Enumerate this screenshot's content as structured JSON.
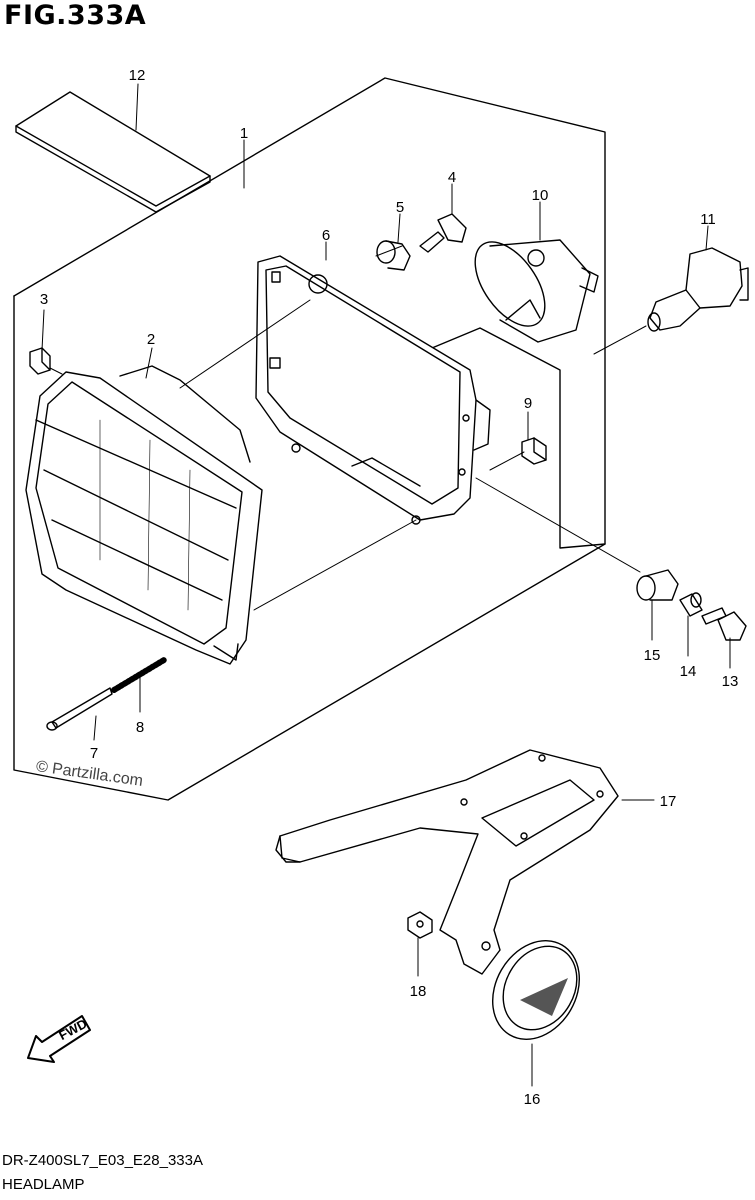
{
  "figure": {
    "title": "FIG.333A",
    "model_code": "DR-Z400SL7_E03_E28_333A",
    "section_name": "HEADLAMP",
    "watermark": "© Partzilla.com",
    "direction_label": "FWD"
  },
  "callouts": [
    {
      "id": "callout-1",
      "label": "1"
    },
    {
      "id": "callout-2",
      "label": "2"
    },
    {
      "id": "callout-3",
      "label": "3"
    },
    {
      "id": "callout-4",
      "label": "4"
    },
    {
      "id": "callout-5",
      "label": "5"
    },
    {
      "id": "callout-6",
      "label": "6"
    },
    {
      "id": "callout-7",
      "label": "7"
    },
    {
      "id": "callout-8",
      "label": "8"
    },
    {
      "id": "callout-9",
      "label": "9"
    },
    {
      "id": "callout-10",
      "label": "10"
    },
    {
      "id": "callout-11",
      "label": "11"
    },
    {
      "id": "callout-12",
      "label": "12"
    },
    {
      "id": "callout-13",
      "label": "13"
    },
    {
      "id": "callout-14",
      "label": "14"
    },
    {
      "id": "callout-15",
      "label": "15"
    },
    {
      "id": "callout-16",
      "label": "16"
    },
    {
      "id": "callout-17",
      "label": "17"
    },
    {
      "id": "callout-18",
      "label": "18"
    }
  ]
}
